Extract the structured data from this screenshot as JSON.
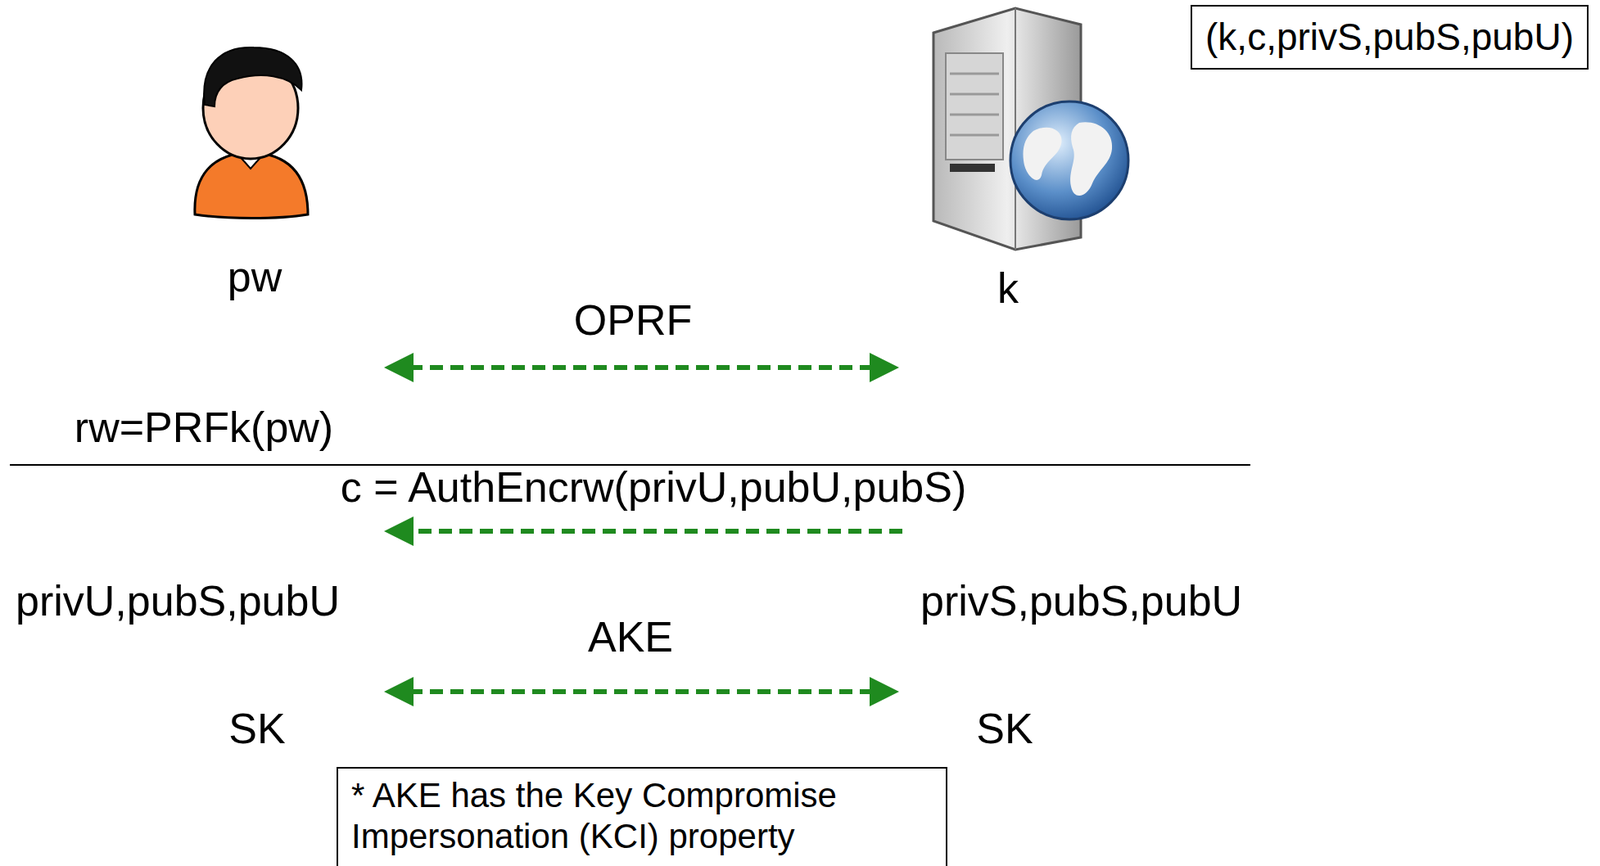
{
  "diagram": {
    "nodes": [
      {
        "text": [
          "pw"
        ]
      },
      {
        "text": [
          "k"
        ]
      },
      {
        "text": [
          "(k,c,privS,pubS,pubU)"
        ]
      },
      {
        "text": [
          "* AKE has the Key Compromise Impersonation (KCI) property"
        ]
      }
    ],
    "labels": [
      "OPRF",
      "rw=PRFk(pw)",
      "c = AuthEncrw(privU,pubU,pubS)",
      "privU,pubS,pubU",
      "privS,pubS,pubU",
      "AKE",
      "SK",
      "SK"
    ]
  }
}
